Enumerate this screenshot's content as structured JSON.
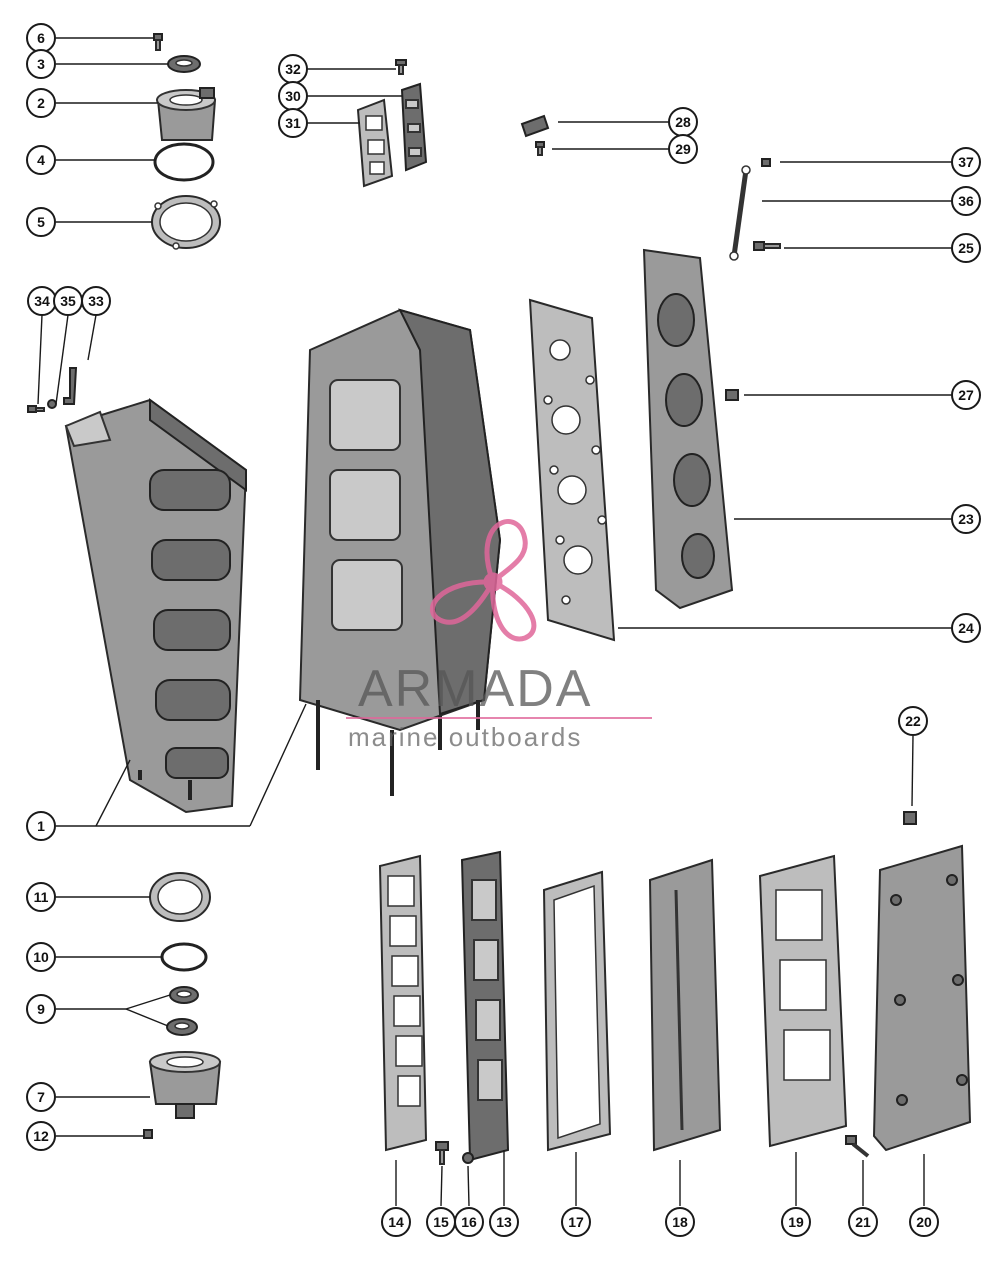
{
  "colors": {
    "line": "#1a1a1a",
    "part_fill": "#9a9a9a",
    "watermark_logo": "#e0679a",
    "watermark_text": "#555555"
  },
  "watermark": {
    "brand": "ARMADA",
    "tagline": "marine outboards",
    "logo_icon": "propeller-icon"
  },
  "callouts": [
    {
      "id": "c6",
      "label": "6"
    },
    {
      "id": "c3",
      "label": "3"
    },
    {
      "id": "c2",
      "label": "2"
    },
    {
      "id": "c4",
      "label": "4"
    },
    {
      "id": "c5",
      "label": "5"
    },
    {
      "id": "c32",
      "label": "32"
    },
    {
      "id": "c30",
      "label": "30"
    },
    {
      "id": "c31",
      "label": "31"
    },
    {
      "id": "c28",
      "label": "28"
    },
    {
      "id": "c29",
      "label": "29"
    },
    {
      "id": "c37",
      "label": "37"
    },
    {
      "id": "c36",
      "label": "36"
    },
    {
      "id": "c25",
      "label": "25"
    },
    {
      "id": "c34",
      "label": "34"
    },
    {
      "id": "c35",
      "label": "35"
    },
    {
      "id": "c33",
      "label": "33"
    },
    {
      "id": "c27",
      "label": "27"
    },
    {
      "id": "c23",
      "label": "23"
    },
    {
      "id": "c24",
      "label": "24"
    },
    {
      "id": "c22",
      "label": "22"
    },
    {
      "id": "c1",
      "label": "1"
    },
    {
      "id": "c11",
      "label": "11"
    },
    {
      "id": "c10",
      "label": "10"
    },
    {
      "id": "c9",
      "label": "9"
    },
    {
      "id": "c7",
      "label": "7"
    },
    {
      "id": "c12",
      "label": "12"
    },
    {
      "id": "c14",
      "label": "14"
    },
    {
      "id": "c15",
      "label": "15"
    },
    {
      "id": "c16",
      "label": "16"
    },
    {
      "id": "c13",
      "label": "13"
    },
    {
      "id": "c17",
      "label": "17"
    },
    {
      "id": "c18",
      "label": "18"
    },
    {
      "id": "c19",
      "label": "19"
    },
    {
      "id": "c21",
      "label": "21"
    },
    {
      "id": "c20",
      "label": "20"
    }
  ]
}
